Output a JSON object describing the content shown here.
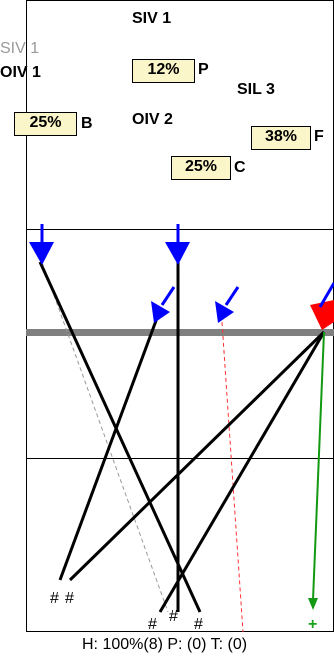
{
  "labels": {
    "siv_top": "SIV   1",
    "siv_left": "SIV 1",
    "oiv_left": "OIV 1",
    "oiv_mid": "OIV   2",
    "sil": "SIL   3"
  },
  "boxes": {
    "p": {
      "value": "12%",
      "letter": "P"
    },
    "b": {
      "value": "25%",
      "letter": "B"
    },
    "f": {
      "value": "38%",
      "letter": "F"
    },
    "c": {
      "value": "25%",
      "letter": "C"
    }
  },
  "markers": {
    "hash": "#",
    "plus": "+"
  },
  "footer": {
    "text": "H: 100%(8)  P: (0)  T: (0)"
  },
  "colors": {
    "arrow_blue": "#0000ff",
    "arrow_red": "#ff0000",
    "green": "#119911",
    "band_gray": "#808080"
  }
}
